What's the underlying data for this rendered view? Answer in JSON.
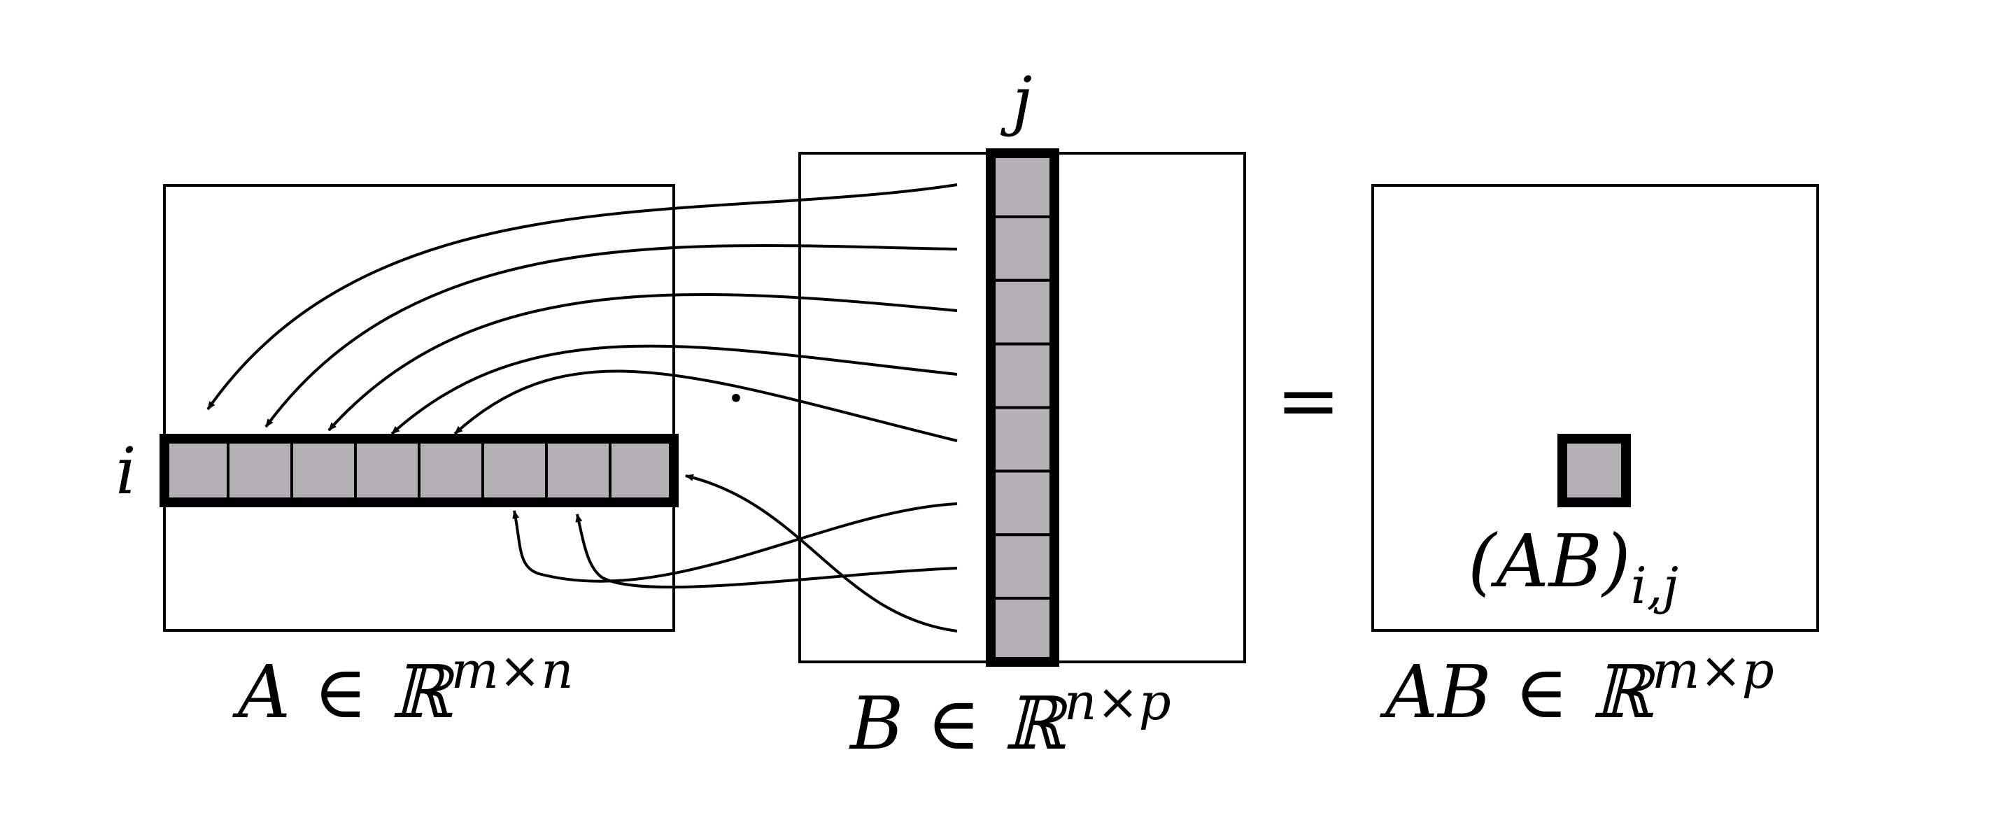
{
  "matrix_a": {
    "label": "A ∈ ℝ",
    "label_exponent": "m×n",
    "row_index_label": "i"
  },
  "matrix_b": {
    "label": "B ∈ ℝ",
    "label_exponent": "n×p",
    "column_index_label": "j"
  },
  "product_matrix": {
    "label": "AB ∈ ℝ",
    "label_exponent": "m×p",
    "entry_label": "(AB)",
    "entry_subscript": "i,j"
  },
  "operators": {
    "multiply_symbol": "·",
    "equals_symbol": "="
  },
  "cell_count": 8,
  "colors": {
    "cell_fill": "#b3b1b4",
    "stroke": "#000000",
    "background": "#ffffff"
  }
}
